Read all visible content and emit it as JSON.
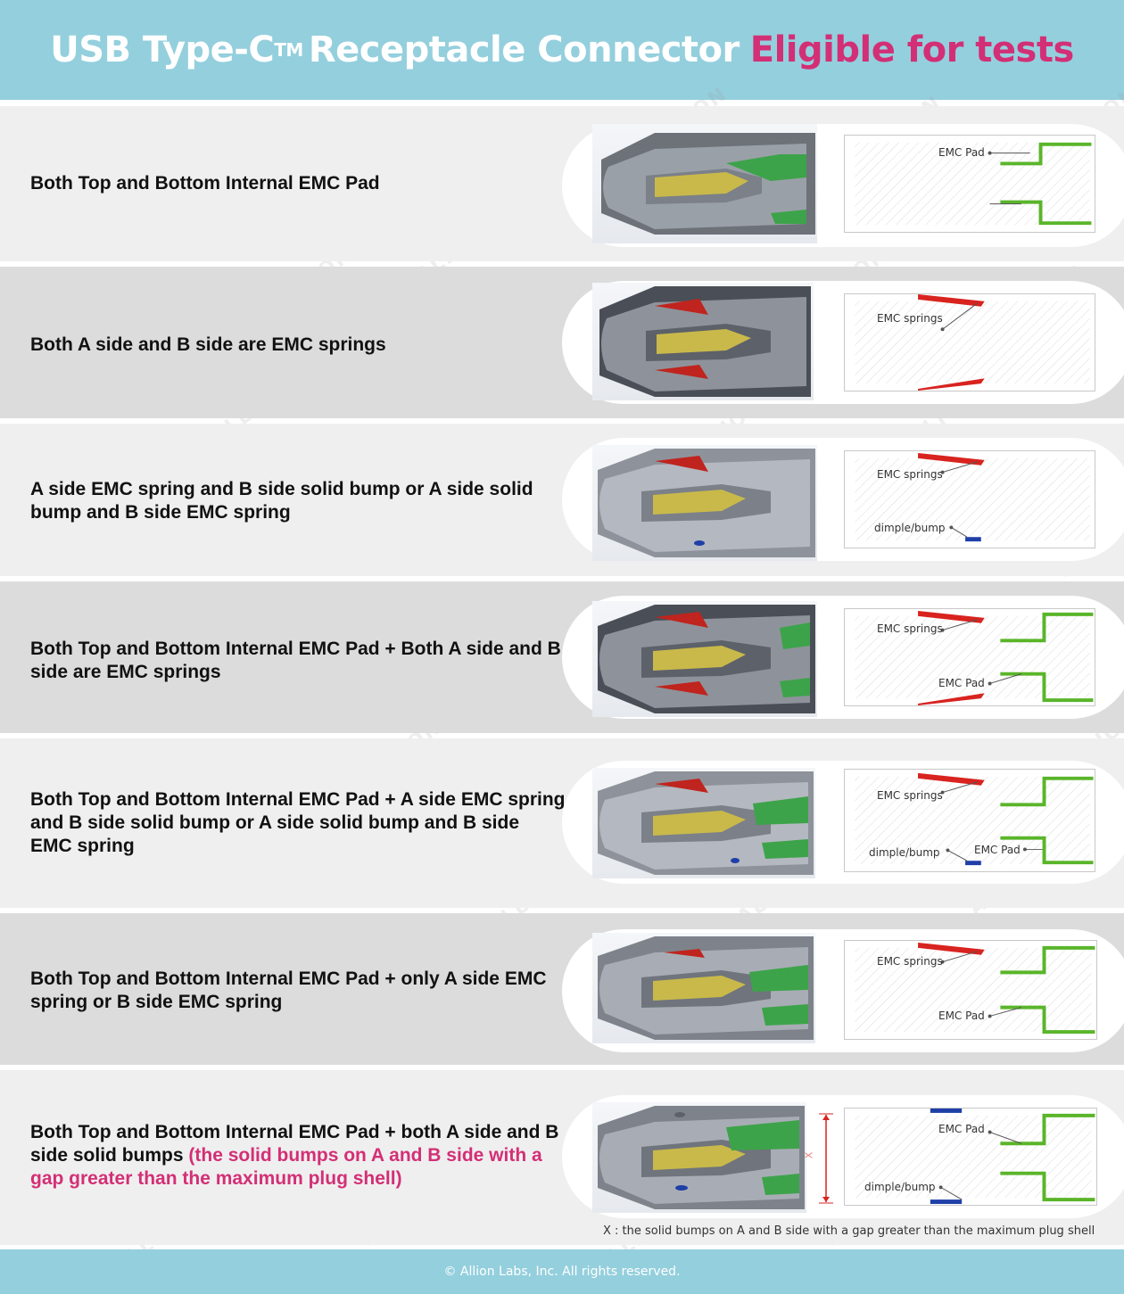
{
  "header": {
    "title_main": "USB Type-C",
    "title_tm": "TM",
    "title_rest": "Receptacle Connector",
    "title_accent": "Eligible for tests"
  },
  "rows": [
    {
      "label": "Both Top and Bottom Internal EMC Pad",
      "callouts": [
        "EMC Pad"
      ]
    },
    {
      "label": "Both A side and B side are EMC springs",
      "callouts": [
        "EMC springs"
      ]
    },
    {
      "label": "A side EMC spring and B side solid bump or A side solid bump and B side EMC spring",
      "callouts": [
        "EMC springs",
        "dimple/bump"
      ]
    },
    {
      "label": "Both Top and Bottom Internal EMC Pad + Both A side and B side are EMC springs",
      "callouts": [
        "EMC springs",
        "EMC Pad"
      ]
    },
    {
      "label": "Both Top and Bottom Internal EMC Pad + A side EMC spring and B side solid bump or A side solid bump and B side EMC spring",
      "callouts": [
        "EMC springs",
        "dimple/bump",
        "EMC Pad"
      ]
    },
    {
      "label": "Both Top and Bottom Internal EMC Pad + only A side EMC spring or B side EMC spring",
      "callouts": [
        "EMC springs",
        "EMC Pad"
      ]
    },
    {
      "label": "Both Top and Bottom Internal EMC Pad + both A side and B side solid bumps",
      "label_highlight": "(the solid bumps on A and B side with a gap greater than the maximum plug shell)",
      "callouts": [
        "EMC Pad",
        "dimple/bump"
      ],
      "dimension": "X"
    }
  ],
  "footnote": "X : the solid bumps on A and B side with a gap greater than the maximum plug shell",
  "footer": "© Allion Labs, Inc. All rights reserved.",
  "watermark": "ALLION",
  "colors": {
    "header_bg": "#94cfdd",
    "accent": "#d32f76",
    "emc_pad": "#5ab52a",
    "emc_spring": "#d8231f",
    "dimple_bump": "#1f3fa8"
  }
}
